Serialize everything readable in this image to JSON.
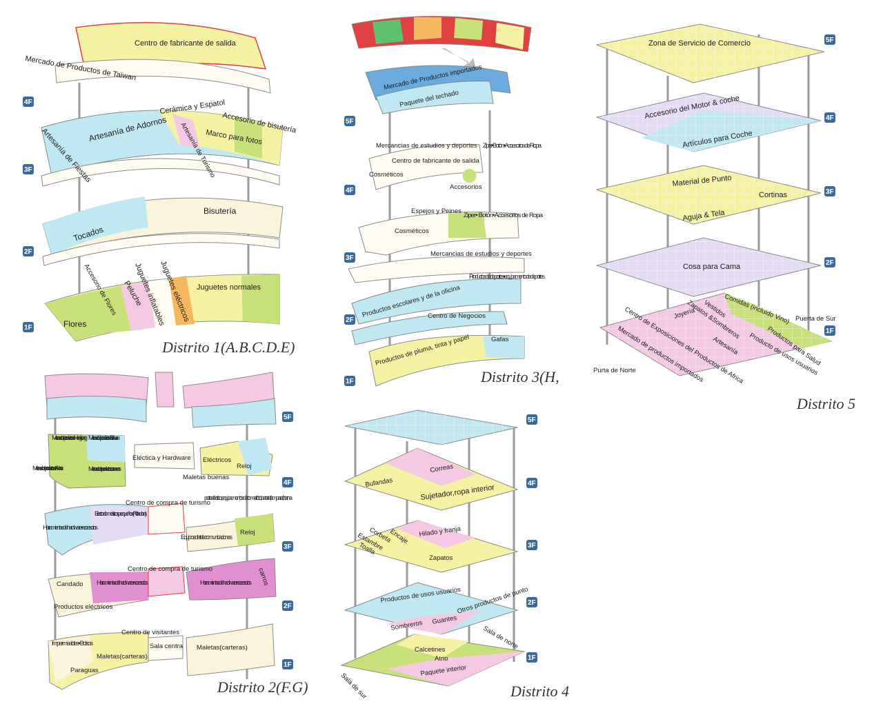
{
  "colors": {
    "yellow": "#f6f2a4",
    "blue": "#bfe8f2",
    "pink": "#f5c8e4",
    "green": "#c8e07a",
    "cream": "#fbf4dc",
    "lav": "#e4dcf4",
    "badge": "#3a6a9a",
    "magenta": "#e090d0",
    "orange": "#f4b860"
  },
  "d1": {
    "title": "Distrito 1(A.B.C.D.E)",
    "floors": [
      "4F",
      "3F",
      "2F",
      "1F"
    ],
    "top": [
      "Centro de fabricante de salida",
      "Mercado de Productos de Taiwan"
    ],
    "f3": [
      "Cerámica y Espatol",
      "Accesorio de bisutería",
      "Artesanía de Adornos",
      "Artesanía de Turismo",
      "Marco para fotos",
      "Artesanía de Fiestas"
    ],
    "f2": [
      "Bisutería",
      "Tocados"
    ],
    "f1": [
      "Accesorio de Flores",
      "Juguetes inflatables",
      "Juguetes eléctricos",
      "Juguetes normales",
      "Peluche",
      "Flores"
    ]
  },
  "d2": {
    "title": "Distrito 2(F.G)",
    "floors": [
      "5F",
      "4F",
      "3F",
      "2F",
      "1F"
    ],
    "f4": [
      "Mercado de productos de Hongkong",
      "Mercado de productos de Sichuan",
      "Eléctica y Hardware",
      "Eléctricos",
      "Mercado de productos de Anhui",
      "Mercado de productos correanos",
      "Maletas buenas",
      "Reloj"
    ],
    "f3": [
      "Centro de compra de turismo",
      "porte eléctrico, equipamentos de tomar foto, batería, lámpara,linterna",
      "Electrodomésticos pequeños (Afeitadora)",
      "Herramientas de hardware•accesorios",
      "Equipos de telecomunicaciones",
      "Reloj"
    ],
    "f2": [
      "Centro de compra de turismo",
      "Candado",
      "Herramientas de hardware•accesorios",
      "Herramientas de hardware•accesorios",
      "carros",
      "Productos eléctricos"
    ],
    "f1": [
      "Centro de visitantes",
      "Impermeables• Bolsos",
      "Sala centra",
      "Maletas(carteras)",
      "Maletas(carteras)",
      "Paraguas"
    ]
  },
  "d3": {
    "title": "Distrito 3(H,",
    "floors": [
      "5F",
      "4F",
      "3F",
      "2F",
      "1F"
    ],
    "f5": [
      "Mercado de Productos importados",
      "Paquete del techado"
    ],
    "f4": [
      "Mercancias de estudios y deportes",
      "Ziper•Botón• Accesorios de Ropa",
      "Centro de fabricante de salida",
      "Cosméticos",
      "Accesorios"
    ],
    "f3": [
      "Espejos y Peines",
      "Ziper• Botón•Accesorios de Ropa",
      "Cosméticos",
      "Mercancias de estudios y deportes"
    ],
    "f2": [
      "Productos de deportes• equipamento de deportes",
      "Productos escolares y de la oficina",
      "Centro de Negocios"
    ],
    "f1": [
      "Productos de pluma, tinta y papel",
      "Gafas"
    ]
  },
  "d4": {
    "title": "Distrito 4",
    "floors": [
      "5F",
      "4F",
      "3F",
      "2F",
      "1F"
    ],
    "f4": [
      "Correas",
      "Bufandas",
      "Sujetador,ropa interior"
    ],
    "f3": [
      "Corbeta",
      "Encaje",
      "Estambre",
      "Toalla",
      "Hilado y franja",
      "Zapatos"
    ],
    "f2": [
      "Productos de usos usuarios",
      "Otros productos de punto",
      "Sombreros",
      "Guantes"
    ],
    "f1": [
      "Sala de norte",
      "Calcetines",
      "Atrio",
      "Paquete interior",
      "Sala de sur"
    ]
  },
  "d5": {
    "title": "Distrito 5",
    "floors": [
      "5F",
      "4F",
      "3F",
      "2F",
      "1F"
    ],
    "f5": [
      "Zona de Servicio de Comercio"
    ],
    "f4": [
      "Accesorio del Motor & coche",
      "Artículos para Coche"
    ],
    "f3": [
      "Material de Punto",
      "Cortinas",
      "Aguja & Tela"
    ],
    "f2": [
      "Cosa para Cama"
    ],
    "f1": [
      "Comidas (incluido Vino)",
      "Vestidos",
      "Zapatos &Sombreros",
      "Joyería",
      "Productos para Salud",
      "Puerta de Sur",
      "Producto de usos usuarios",
      "Artesanía",
      "Centro de Exposiciones del Productos de Africa",
      "Mercado de productos importados",
      "Purta de Norte"
    ]
  }
}
